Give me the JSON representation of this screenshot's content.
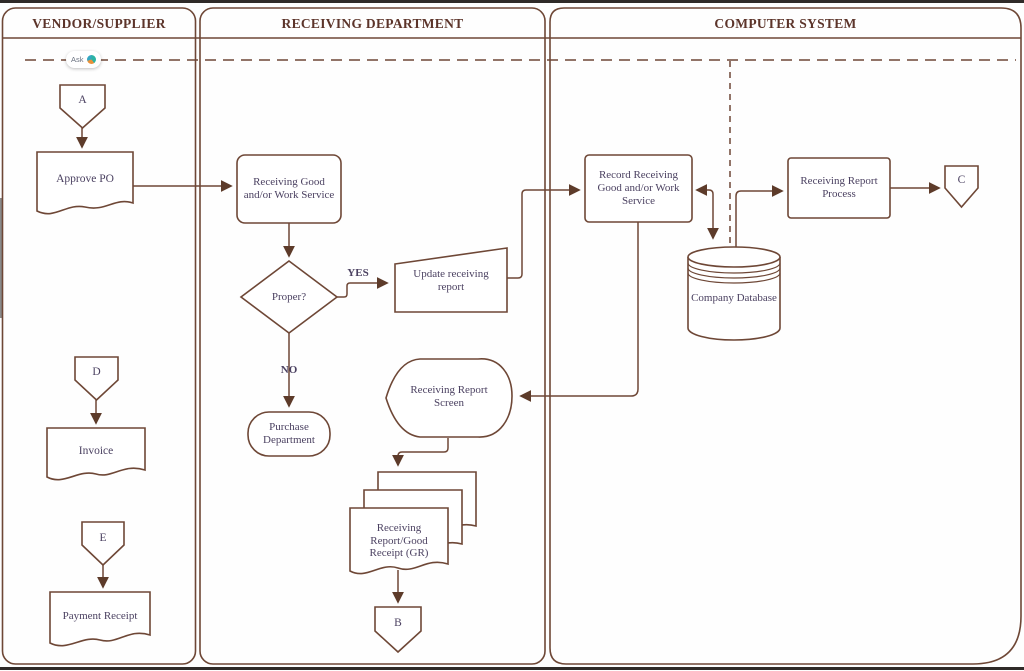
{
  "lanes": [
    {
      "id": "vendor",
      "label": "VENDOR/SUPPLIER"
    },
    {
      "id": "receiving",
      "label": "RECEIVING DEPARTMENT"
    },
    {
      "id": "computer",
      "label": "COMPUTER SYSTEM"
    }
  ],
  "overlay": {
    "ask_label": "Ask",
    "ask_icon": "ai-assistant-icon"
  },
  "nodes": {
    "connector_a": "A",
    "approve_po": "Approve PO",
    "connector_d": "D",
    "invoice": "Invoice",
    "connector_e": "E",
    "payment_receipt": "Payment Receipt",
    "receiving_good": "Receiving Good and/or Work Service",
    "proper": "Proper?",
    "yes_label": "YES",
    "no_label": "NO",
    "update_report": "Update receiving report",
    "purchase_dept": "Purchase Department",
    "report_screen": "Receiving Report Screen",
    "gr_document": "Receiving Report/Good Receipt (GR)",
    "connector_b": "B",
    "record_receiving": "Record Receiving Good and/or Work Service",
    "company_db": "Company Database",
    "report_process": "Receiving Report Process",
    "connector_c": "C"
  },
  "colors": {
    "line": "#6e4736",
    "arrow": "#5d3b2a",
    "node_text": "#4b4161",
    "header_text": "#5c342a",
    "page_edge": "#2f2a28",
    "background": "#fefefe"
  }
}
